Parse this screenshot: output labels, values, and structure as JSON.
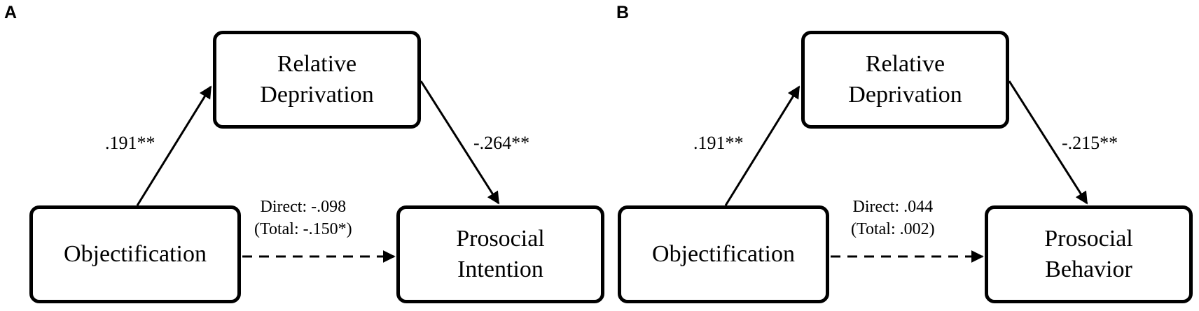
{
  "panels": [
    {
      "letter": "A",
      "mediator": {
        "line1": "Relative",
        "line2": "Deprivation"
      },
      "predictor": {
        "label": "Objectification"
      },
      "outcome": {
        "line1": "Prosocial",
        "line2": "Intention"
      },
      "path_a": ".191**",
      "path_b": "-.264**",
      "direct_effect": "Direct: -.098",
      "total_effect": "(Total: -.150*)"
    },
    {
      "letter": "B",
      "mediator": {
        "line1": "Relative",
        "line2": "Deprivation"
      },
      "predictor": {
        "label": "Objectification"
      },
      "outcome": {
        "line1": "Prosocial",
        "line2": "Behavior"
      },
      "path_a": ".191**",
      "path_b": "-.215**",
      "direct_effect": "Direct: .044",
      "total_effect": "(Total: .002)"
    }
  ],
  "colors": {
    "line": "#000000",
    "background": "#ffffff"
  }
}
